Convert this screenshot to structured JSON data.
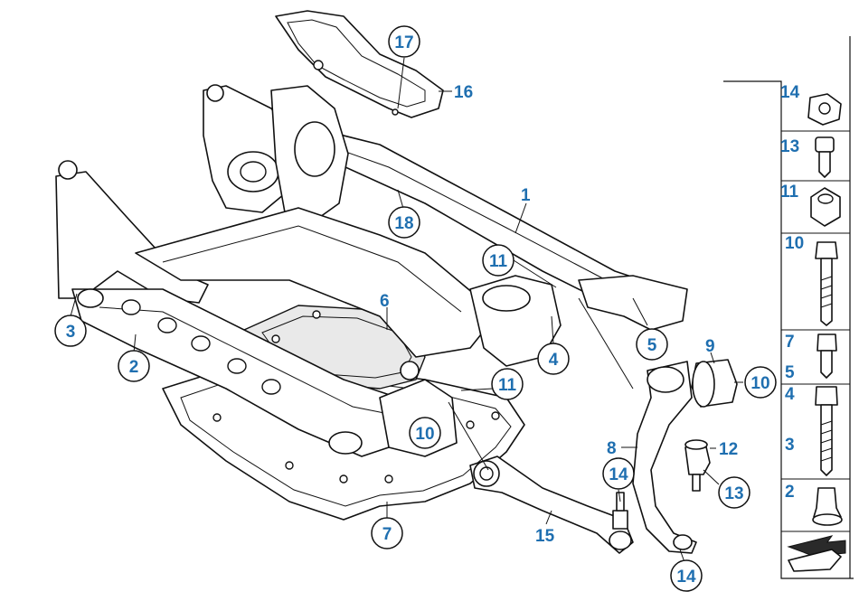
{
  "callouts": [
    {
      "id": "c17",
      "label": "17",
      "circled": true
    },
    {
      "id": "c16",
      "label": "16",
      "circled": false
    },
    {
      "id": "c1",
      "label": "1",
      "circled": false
    },
    {
      "id": "c18",
      "label": "18",
      "circled": true
    },
    {
      "id": "c11a",
      "label": "11",
      "circled": true
    },
    {
      "id": "c3",
      "label": "3",
      "circled": true
    },
    {
      "id": "c6",
      "label": "6",
      "circled": false
    },
    {
      "id": "c2",
      "label": "2",
      "circled": true
    },
    {
      "id": "c5",
      "label": "5",
      "circled": true
    },
    {
      "id": "c4",
      "label": "4",
      "circled": true
    },
    {
      "id": "c9",
      "label": "9",
      "circled": false
    },
    {
      "id": "c10a",
      "label": "10",
      "circled": true
    },
    {
      "id": "c11b",
      "label": "11",
      "circled": true
    },
    {
      "id": "c10b",
      "label": "10",
      "circled": true
    },
    {
      "id": "c8",
      "label": "8",
      "circled": false
    },
    {
      "id": "c12",
      "label": "12",
      "circled": false
    },
    {
      "id": "c14a",
      "label": "14",
      "circled": true
    },
    {
      "id": "c13",
      "label": "13",
      "circled": true
    },
    {
      "id": "c7",
      "label": "7",
      "circled": true
    },
    {
      "id": "c15",
      "label": "15",
      "circled": false
    },
    {
      "id": "c14b",
      "label": "14",
      "circled": true
    }
  ],
  "sidebar": [
    {
      "labels": [
        "14"
      ],
      "icon": "flange-nut-icon"
    },
    {
      "labels": [
        "13"
      ],
      "icon": "short-bolt-icon"
    },
    {
      "labels": [
        "11"
      ],
      "icon": "hex-nut-icon"
    },
    {
      "labels": [
        "10"
      ],
      "icon": "long-bolt-icon"
    },
    {
      "labels": [
        "7",
        "5"
      ],
      "icon": "medium-bolt-icon"
    },
    {
      "labels": [
        "4",
        "3"
      ],
      "icon": "extra-long-bolt-icon"
    },
    {
      "labels": [
        "2"
      ],
      "icon": "rivet-nut-icon"
    },
    {
      "labels": [],
      "icon": "direction-arrow-icon"
    }
  ]
}
